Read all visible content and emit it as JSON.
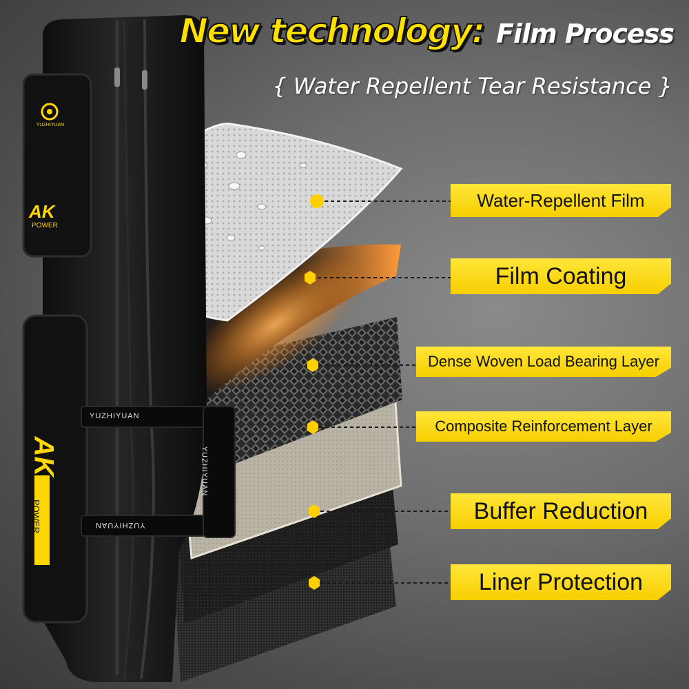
{
  "headline": {
    "part1": "New technology:",
    "part2": "Film Process",
    "subtitle": "{ Water Repellent Tear Resistance }"
  },
  "layers": [
    {
      "label": "Water-Repellent Film"
    },
    {
      "label": "Film Coating"
    },
    {
      "label": "Dense Woven Load Bearing Layer"
    },
    {
      "label": "Composite Reinforcement Layer"
    },
    {
      "label": "Buffer Reduction"
    },
    {
      "label": "Liner Protection"
    }
  ],
  "bag": {
    "brand": "YUZHIYUAN",
    "logo_mark": "AK",
    "logo_word": "POWER",
    "pouch_brand": "YUZHIYUAN"
  },
  "colors": {
    "accent": "#ffd700",
    "bag": "#161616",
    "background": "#6e6e6e"
  }
}
